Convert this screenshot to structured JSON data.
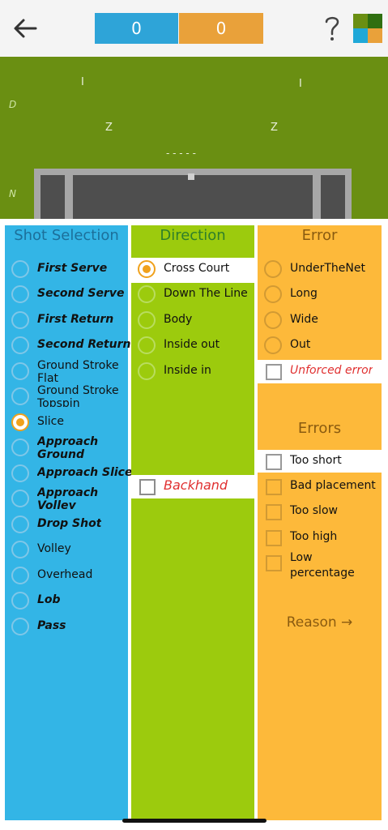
{
  "header": {
    "score_blue": "0",
    "score_orange": "0",
    "back_icon": "arrow-left-icon",
    "help_icon": "question-mark-icon",
    "grid_icon": "color-grid-icon",
    "colors": {
      "blue": "#2ea4d8",
      "orange": "#e9a13a",
      "green": "#6a8f12"
    }
  },
  "court": {
    "side_top": "D",
    "side_bottom": "N",
    "marks": [
      "I",
      "I",
      "Z",
      "Z"
    ],
    "dashes": "- - - - -"
  },
  "shot_selection": {
    "title": "Shot Selection",
    "items": [
      {
        "label": "First Serve",
        "selected": false
      },
      {
        "label": "Second Serve",
        "selected": false
      },
      {
        "label": "First Return",
        "selected": false
      },
      {
        "label": "Second Return",
        "selected": false
      },
      {
        "label": "Ground Stroke Flat",
        "selected": false
      },
      {
        "label": "Ground Stroke Topspin",
        "selected": false
      },
      {
        "label": "Slice",
        "selected": true
      },
      {
        "label": "Approach Ground Stroke",
        "selected": false
      },
      {
        "label": "Approach Slice",
        "selected": false
      },
      {
        "label": "Approach Volley",
        "selected": false
      },
      {
        "label": "Drop Shot",
        "selected": false
      },
      {
        "label": "Volley",
        "selected": false
      },
      {
        "label": "Overhead",
        "selected": false
      },
      {
        "label": "Lob",
        "selected": false
      },
      {
        "label": "Pass",
        "selected": false
      }
    ]
  },
  "direction": {
    "title": "Direction",
    "items": [
      {
        "label": "Cross Court",
        "selected": true
      },
      {
        "label": "Down The Line",
        "selected": false
      },
      {
        "label": "Body",
        "selected": false
      },
      {
        "label": "Inside out",
        "selected": false
      },
      {
        "label": "Inside in",
        "selected": false
      }
    ],
    "backhand_label": "Backhand"
  },
  "error": {
    "title": "Error",
    "items": [
      {
        "label": "UnderTheNet",
        "selected": false
      },
      {
        "label": "Long",
        "selected": false
      },
      {
        "label": "Wide",
        "selected": false
      },
      {
        "label": "Out",
        "selected": false
      }
    ],
    "unforced_label": "Unforced error",
    "errors_title": "Errors",
    "errors": [
      {
        "label": "Too short"
      },
      {
        "label": "Bad placement"
      },
      {
        "label": "Too slow"
      },
      {
        "label": "Too high"
      },
      {
        "label": "Low percentage shot"
      }
    ],
    "reason_label": "Reason →"
  }
}
